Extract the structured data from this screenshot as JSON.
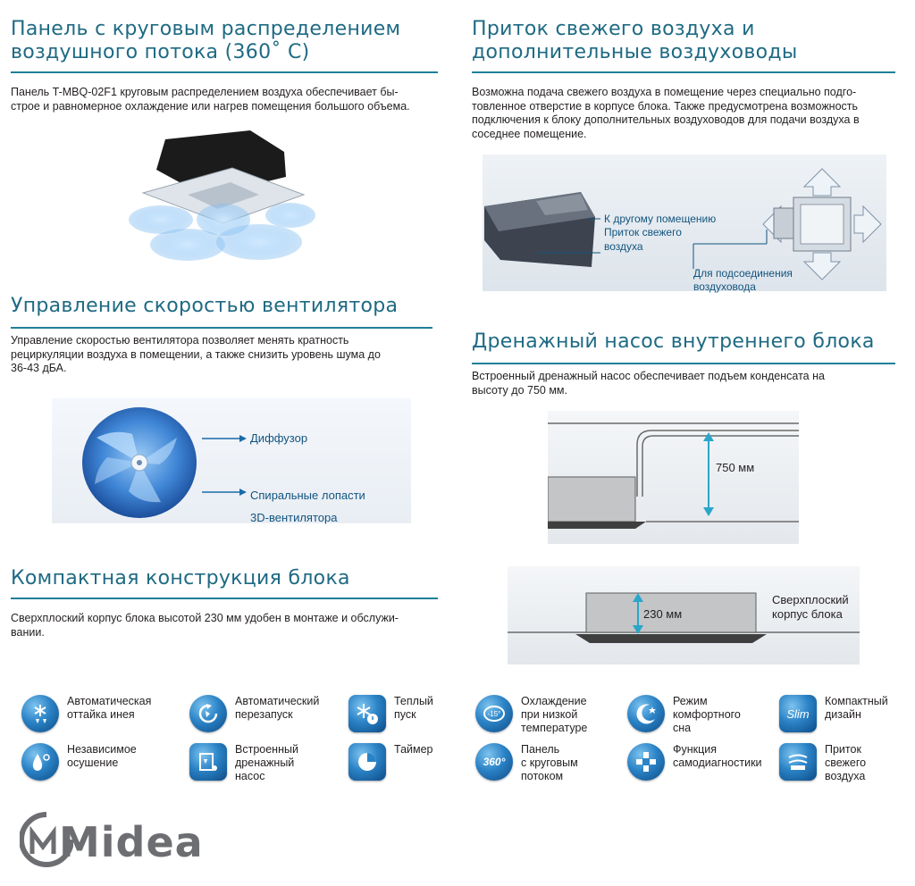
{
  "sections": {
    "panel": {
      "title": "Панель с круговым распределением\nвоздушного потока (360˚ С)",
      "text": "Панель T-MBQ-02F1 круговым распределением воздуха обеспечивает бы-\nстрое и равномерное охлаждение или нагрев помещения большого объема."
    },
    "fresh_air": {
      "title": "Приток свежего воздуха и\nдополнительные воздуховоды",
      "text": "Возможна подача свежего воздуха в помещение через специально подго-\nтовленное отверстие в корпусе блока. Также предусмотрена возможность\nподключения к блоку дополнительных воздуховодов для подачи воздуха в\nсоседнее помещение.",
      "callouts": {
        "other_room": "К другому помещению",
        "fresh_intake": "Приток свежего\nвоздуха",
        "duct_connection": "Для подсоединения\nвоздуховода"
      }
    },
    "fan": {
      "title": "Управление скоростью вентилятора",
      "text": "Управление скоростью вентилятора позволяет менять кратность\nрециркуляции воздуха в помещении, а также снизить уровень шума до\n36-43 дБА.",
      "callouts": {
        "diffuser": "Диффузор",
        "blades": "Спиральные лопасти\n3D-вентилятора"
      }
    },
    "pump": {
      "title": "Дренажный насос внутреннего блока",
      "text": "Встроенный дренажный насос обеспечивает подъем конденсата на\nвысоту до 750 мм.",
      "height_label": "750 мм"
    },
    "compact": {
      "title": "Компактная конструкция блока",
      "text": "Сверхплоский корпус блока высотой 230 мм удобен в монтаже и обслужи-\nвании.",
      "height_label": "230 мм",
      "body_label": "Сверхплоский\nкорпус блока"
    }
  },
  "features": [
    {
      "label": "Автоматическая\nоттайка инея",
      "icon": "snowflake-drop-icon"
    },
    {
      "label": "Автоматический\nперезапуск",
      "icon": "restart-icon"
    },
    {
      "label": "Теплый\nпуск",
      "icon": "warm-start-icon"
    },
    {
      "label": "Охлаждение\nпри низкой\nтемпературе",
      "icon": "low-temp-cooling-icon"
    },
    {
      "label": "Режим\nкомфортного\nсна",
      "icon": "sleep-mode-icon"
    },
    {
      "label": "Компактный\nдизайн",
      "icon": "slim-icon",
      "badge": "Slim"
    },
    {
      "label": "Независимое\nосушение",
      "icon": "dry-mode-icon"
    },
    {
      "label": "Встроенный\nдренажный\nнасос",
      "icon": "drain-pump-icon"
    },
    {
      "label": "Таймер",
      "icon": "timer-icon"
    },
    {
      "label": "Панель\nс круговым\nпотоком",
      "icon": "panel-360-icon",
      "badge": "360°"
    },
    {
      "label": "Функция\nсамодиагностики",
      "icon": "self-diagnostics-icon"
    },
    {
      "label": "Приток\nсвежего\nвоздуха",
      "icon": "fresh-air-icon"
    }
  ],
  "brand": {
    "logo": "Midea",
    "colors": {
      "accent": "#1e6a83",
      "rule": "#1f7f98",
      "icon": "#2b83c6",
      "logo": "#6d6e71"
    }
  }
}
